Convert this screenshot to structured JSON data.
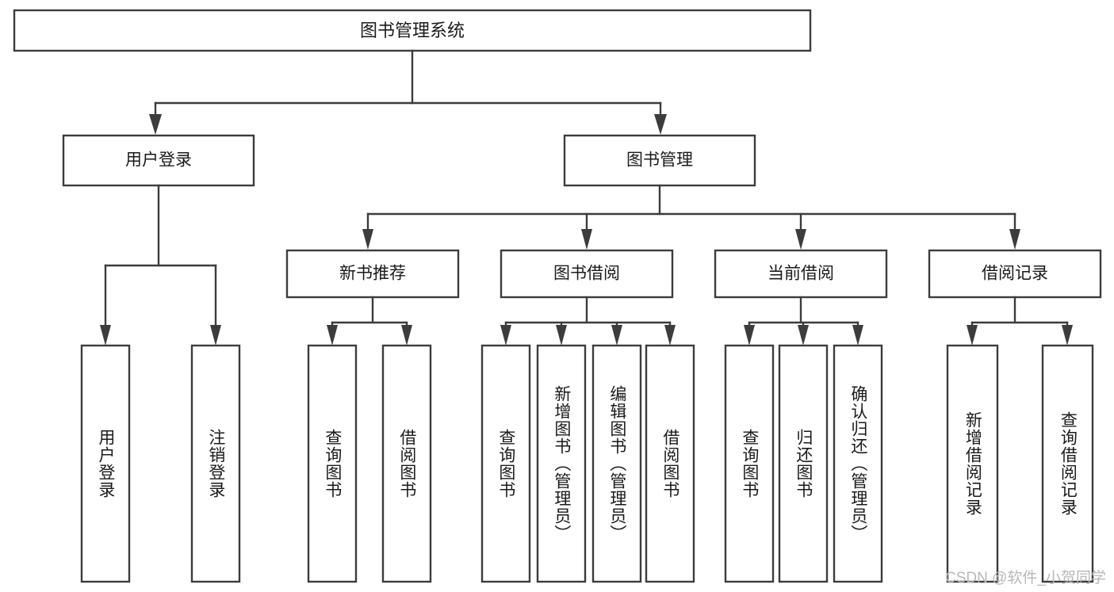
{
  "diagram": {
    "type": "tree-hierarchy",
    "title": "图书管理系统",
    "root": {
      "label": "图书管理系统",
      "orientation": "horizontal"
    },
    "level2": [
      {
        "label": "用户登录",
        "orientation": "horizontal"
      },
      {
        "label": "图书管理",
        "orientation": "horizontal"
      }
    ],
    "level3": [
      {
        "label": "新书推荐",
        "orientation": "horizontal"
      },
      {
        "label": "图书借阅",
        "orientation": "horizontal"
      },
      {
        "label": "当前借阅",
        "orientation": "horizontal"
      },
      {
        "label": "借阅记录",
        "orientation": "horizontal"
      }
    ],
    "leaves": {
      "user_login": [
        {
          "label": "用户登录",
          "orientation": "vertical"
        },
        {
          "label": "注销登录",
          "orientation": "vertical"
        }
      ],
      "new_book_recommend": [
        {
          "label": "查询图书",
          "orientation": "vertical"
        },
        {
          "label": "借阅图书",
          "orientation": "vertical"
        }
      ],
      "book_borrow": [
        {
          "label": "查询图书",
          "orientation": "vertical"
        },
        {
          "label": "新增图书（管理员）",
          "orientation": "vertical"
        },
        {
          "label": "编辑图书（管理员）",
          "orientation": "vertical"
        },
        {
          "label": "借阅图书",
          "orientation": "vertical"
        }
      ],
      "current_borrow": [
        {
          "label": "查询图书",
          "orientation": "vertical"
        },
        {
          "label": "归还图书",
          "orientation": "vertical"
        },
        {
          "label": "确认归还（管理员）",
          "orientation": "vertical"
        }
      ],
      "borrow_record": [
        {
          "label": "新增借阅记录",
          "orientation": "vertical"
        },
        {
          "label": "查询借阅记录",
          "orientation": "vertical"
        }
      ]
    },
    "colors": {
      "stroke": "#3c3c3c",
      "fill": "#ffffff",
      "text": "#1a1a1a",
      "watermark": "#b8b8b8"
    }
  },
  "watermark": {
    "text": "CSDN @软件_小贺同学"
  }
}
